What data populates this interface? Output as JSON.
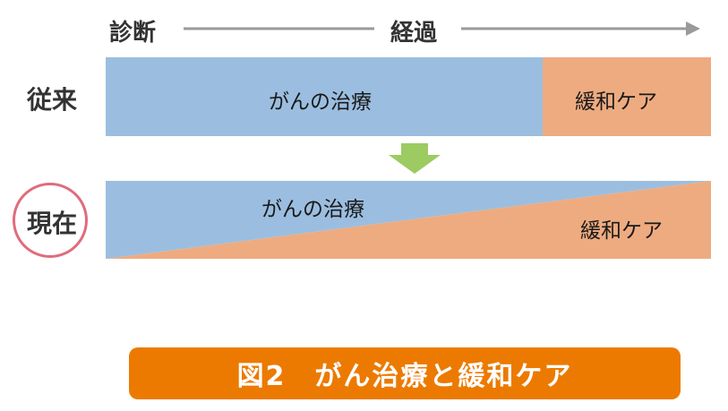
{
  "header": {
    "diagnosis_label": "診断",
    "progress_label": "経過"
  },
  "rows": {
    "conventional": {
      "label": "従来",
      "treatment_label": "がんの治療",
      "palliative_label": "緩和ケア"
    },
    "current": {
      "label": "現在",
      "treatment_label": "がんの治療",
      "palliative_label": "緩和ケア"
    }
  },
  "caption": {
    "text": "図2　がん治療と緩和ケア"
  },
  "colors": {
    "treatment": "#9bbee0",
    "palliative": "#eeab80",
    "timeline_arrow": "#9a9a9a",
    "shift_arrow": "#9ccb62",
    "circle": "#e06c7c",
    "caption_bg": "#ec7a00"
  }
}
